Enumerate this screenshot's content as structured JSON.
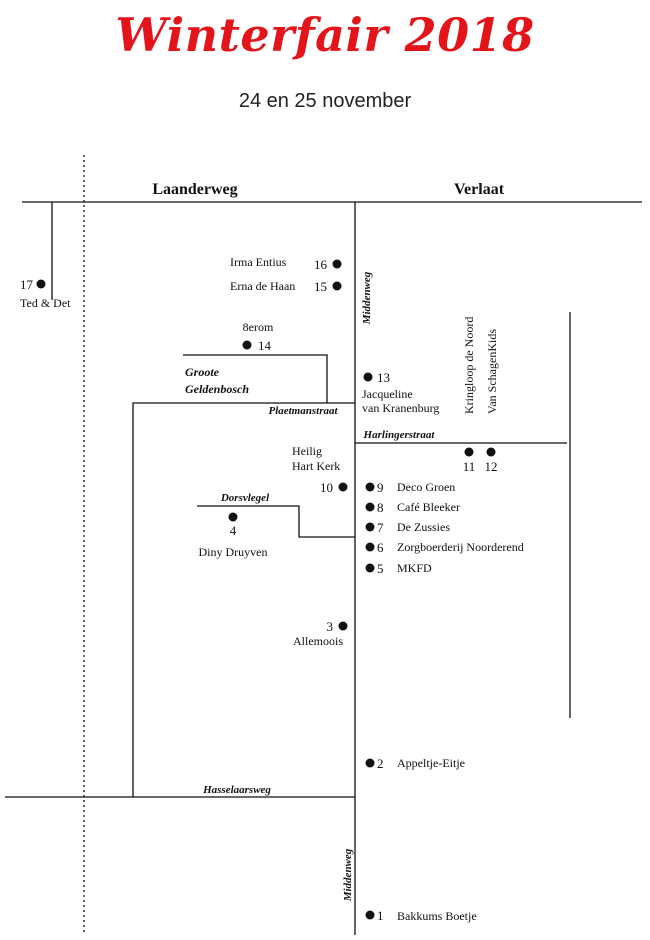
{
  "header": {
    "title": "Winterfair 2018",
    "subtitle": "24 en 25 november"
  },
  "colors": {
    "title": "#e3151b",
    "line": "#111111",
    "dot": "#111111"
  },
  "roads": {
    "laanderweg": "Laanderweg",
    "verlaat": "Verlaat",
    "middenweg_top": "Middenweg",
    "middenweg_bottom": "Middenweg",
    "plaetmanstraat": "Plaetmanstraat",
    "harlingerstraat": "Harlingerstraat",
    "dorsvlegel": "Dorsvlegel",
    "hasselaarsweg": "Hasselaarsweg"
  },
  "area": {
    "groote_line1": "Groote",
    "groote_line2": "Geldenbosch"
  },
  "locations": [
    {
      "number": "1",
      "name": "Bakkums Boetje"
    },
    {
      "number": "2",
      "name": "Appeltje-Eitje"
    },
    {
      "number": "3",
      "name": "Allemoois"
    },
    {
      "number": "4",
      "name": "Diny Druyven"
    },
    {
      "number": "5",
      "name": "MKFD"
    },
    {
      "number": "6",
      "name": "Zorgboerderij Noorderend"
    },
    {
      "number": "7",
      "name": "De Zussies"
    },
    {
      "number": "8",
      "name": "Café Bleeker"
    },
    {
      "number": "9",
      "name": "Deco Groen"
    },
    {
      "number": "10",
      "name_line1": "Heilig",
      "name_line2": "Hart Kerk"
    },
    {
      "number": "11",
      "name": "Kringloop de Noord"
    },
    {
      "number": "12",
      "name": "Van SchagenKids"
    },
    {
      "number": "13",
      "name_line1": "Jacqueline",
      "name_line2": "van Kranenburg"
    },
    {
      "number": "14",
      "name": "8erom"
    },
    {
      "number": "15",
      "name": "Erna de Haan"
    },
    {
      "number": "16",
      "name": "Irma Entius"
    },
    {
      "number": "17",
      "name": "Ted & Det"
    }
  ]
}
